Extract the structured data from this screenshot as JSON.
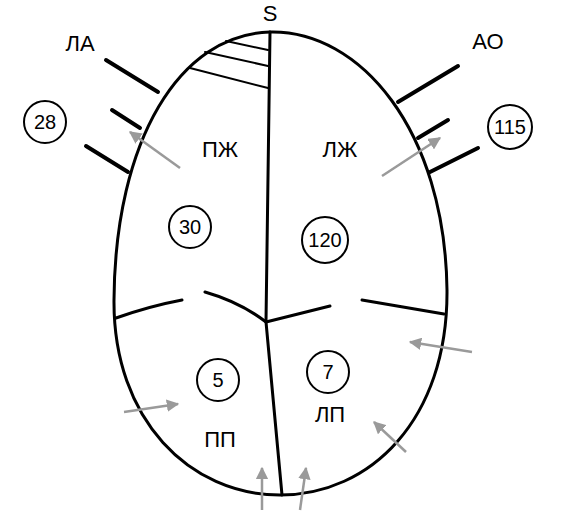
{
  "diagram": {
    "nodes": [
      {
        "text": [
          "28"
        ]
      },
      {
        "text": [
          "115"
        ]
      },
      {
        "text": [
          "30"
        ]
      },
      {
        "text": [
          "120"
        ]
      },
      {
        "text": [
          "5"
        ]
      },
      {
        "text": [
          "7"
        ]
      }
    ],
    "labels": [
      "S",
      "ЛА",
      "АО",
      "ПЖ",
      "ЛЖ",
      "ПП",
      "ЛП"
    ]
  }
}
